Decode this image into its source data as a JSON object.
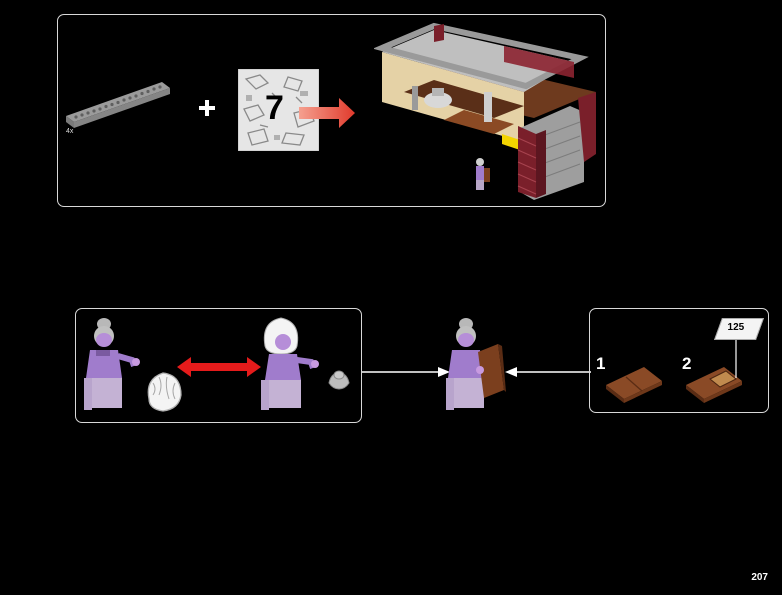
{
  "top_panel": {
    "part_quantity": "4x",
    "booklet_number": "7"
  },
  "sub_step_1": {
    "label": "1"
  },
  "sub_step_2": {
    "label": "2",
    "sticker_text": "125"
  },
  "page": {
    "number": "207"
  },
  "colors": {
    "arrow_red": "#e03a2c",
    "minifig_purple": "#a07ccc",
    "brick_dark_red": "#7a1f2a",
    "brown_book": "#7b3f1e",
    "panel_border": "#d8d8d8"
  }
}
